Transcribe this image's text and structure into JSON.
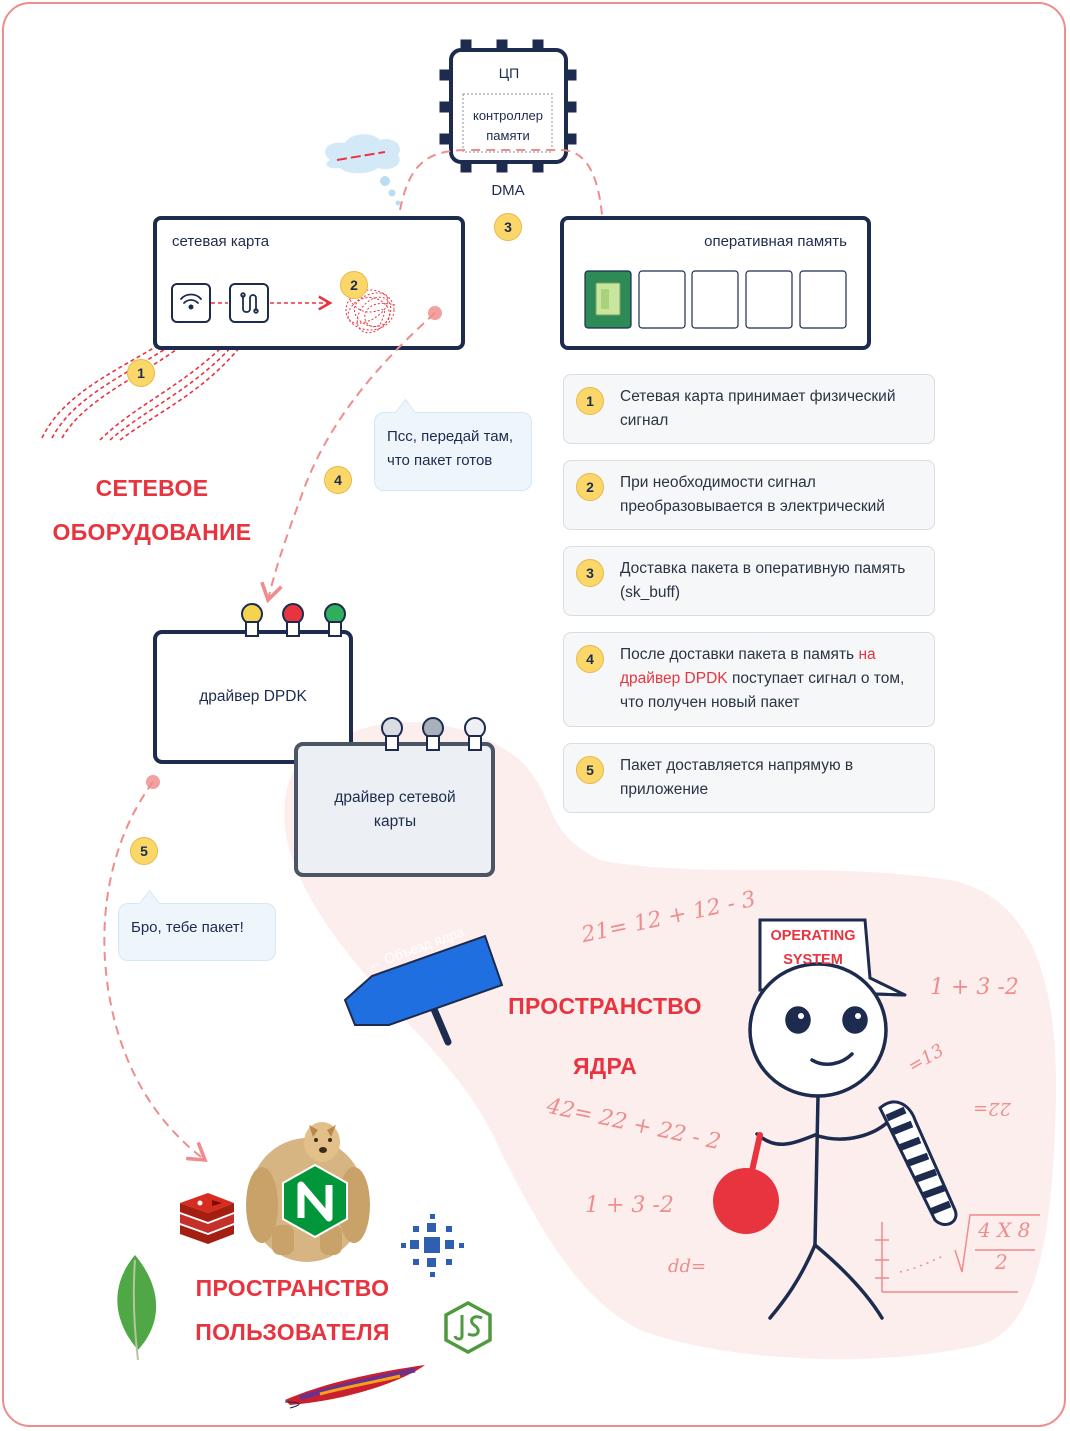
{
  "cpu": {
    "title": "ЦП",
    "controller": "контроллер памяти",
    "dma": "DMA"
  },
  "nic": {
    "title": "сетевая карта"
  },
  "ram": {
    "title": "оперативная память"
  },
  "badges": [
    "1",
    "2",
    "3",
    "4",
    "5"
  ],
  "bubbles": {
    "psst": "Псс, передай там, что пакет готов",
    "bro": "Бро, тебе пакет!"
  },
  "labels": {
    "network_hw": "СЕТЕВОЕ ОБОРУДОВАНИЕ",
    "kernel_space": "ПРОСТРАНСТВО ЯДРА",
    "user_space": "ПРОСТРАНСТВО ПОЛЬЗОВАТЕЛЯ"
  },
  "drivers": {
    "dpdk": "драйвер DPDK",
    "nic": "драйвер сетевой карты"
  },
  "sign": {
    "text": "Объезд ядра"
  },
  "os_hat": "OPERATING SYSTEM",
  "steps": [
    {
      "num": "1",
      "text": "Сетевая карта принимает физический сигнал"
    },
    {
      "num": "2",
      "text": "При необходимости сигнал преобразовывается в электрический"
    },
    {
      "num": "3",
      "text": "Доставка пакета в оперативную память (sk_buff)"
    },
    {
      "num": "4",
      "pre": "После доставки пакета в память",
      "highlight": "на драйвер DPDK",
      "post": "поступает сигнал о том, что получен новый пакет"
    },
    {
      "num": "5",
      "text": "Пакет доставляется напрямую в приложение"
    }
  ],
  "math_scribbles": [
    "21= 12 + 12 - 3",
    "1 + 3 -2",
    "=13",
    "22=",
    "42= 22 + 22 - 2",
    "1 + 3 -2",
    "dd=",
    "4 X 8",
    "2"
  ],
  "colors": {
    "navy": "#1d2b4f",
    "accent_red": "#e8343f",
    "kernel_bg": "#fdeeee",
    "badge_yellow": "#fbd76a",
    "sign_blue": "#1f6fe0",
    "packet_green": "#2e8b57"
  }
}
